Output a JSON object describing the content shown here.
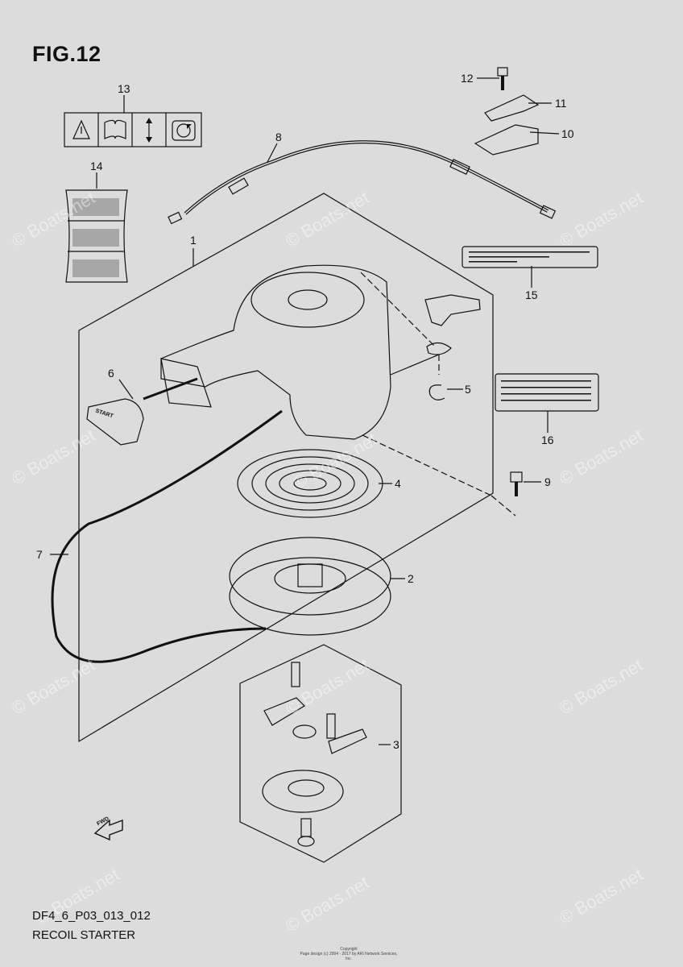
{
  "figure": {
    "title": "FIG.12",
    "code": "DF4_6_P03_013_012",
    "caption": "RECOIL STARTER",
    "copyright_line1": "Copyright",
    "copyright_line2": "Page design (c) 2004 - 2017 by ARI Network Services, Inc."
  },
  "callouts": [
    {
      "id": "c1",
      "text": "1"
    },
    {
      "id": "c2",
      "text": "2"
    },
    {
      "id": "c3",
      "text": "3"
    },
    {
      "id": "c4",
      "text": "4"
    },
    {
      "id": "c5",
      "text": "5"
    },
    {
      "id": "c6",
      "text": "6"
    },
    {
      "id": "c7",
      "text": "7"
    },
    {
      "id": "c8",
      "text": "8"
    },
    {
      "id": "c9",
      "text": "9"
    },
    {
      "id": "c10",
      "text": "10"
    },
    {
      "id": "c11",
      "text": "11"
    },
    {
      "id": "c12",
      "text": "12"
    },
    {
      "id": "c13",
      "text": "13"
    },
    {
      "id": "c14",
      "text": "14"
    },
    {
      "id": "c15",
      "text": "15"
    },
    {
      "id": "c16",
      "text": "16"
    }
  ],
  "fwd_label": "FWD",
  "start_label": "START",
  "watermark": "© Boats.net"
}
